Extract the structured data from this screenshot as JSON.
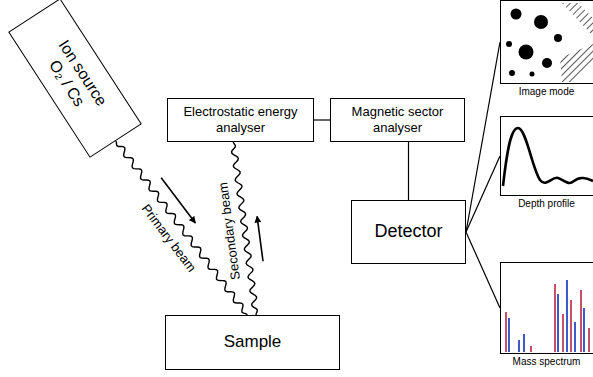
{
  "diagram": {
    "nodes": [
      {
        "text": [
          "Ion source O₂ / Cs"
        ]
      },
      {
        "text": [
          "Electrostatic energy analyser"
        ]
      },
      {
        "text": [
          "Magnetic sector analyser"
        ]
      },
      {
        "text": [
          "Sample"
        ]
      },
      {
        "text": [
          "Detector"
        ]
      },
      {
        "text": [
          "Image mode"
        ]
      },
      {
        "text": [
          "Depth profile"
        ]
      },
      {
        "text": [
          "Mass spectrum"
        ]
      }
    ],
    "edges": [
      {
        "from": 0,
        "to": 3,
        "label": "Primary beam",
        "arrow": "to"
      },
      {
        "from": 3,
        "to": 1,
        "label": "Secondary beam",
        "arrow": "to"
      },
      {
        "from": 1,
        "to": 2,
        "arrow": "none"
      },
      {
        "from": 2,
        "to": 4,
        "arrow": "none"
      },
      {
        "from": 4,
        "to": 5,
        "arrow": "none"
      },
      {
        "from": 4,
        "to": 6,
        "arrow": "none"
      },
      {
        "from": 4,
        "to": 7,
        "arrow": "none"
      }
    ]
  }
}
